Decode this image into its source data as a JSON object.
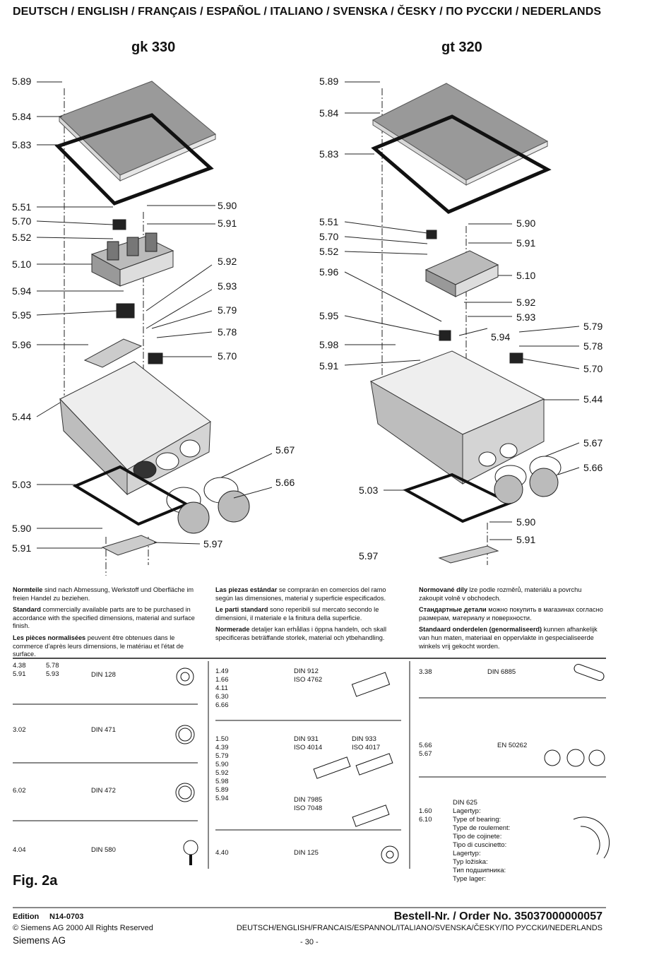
{
  "header": {
    "languages": "DEUTSCH / ENGLISH / FRANÇAIS / ESPAÑOL / ITALIANO / SVENSKA / ČESKY / ПО РУССКИ / NEDERLANDS"
  },
  "diagram_left": {
    "model": "gk 330",
    "labels_left": [
      "5.89",
      "5.84",
      "5.83",
      "5.51",
      "5.70",
      "5.52",
      "5.10",
      "5.94",
      "5.95",
      "5.96",
      "5.44",
      "5.03",
      "5.90",
      "5.91"
    ],
    "labels_right": [
      "5.90",
      "5.91",
      "5.92",
      "5.93",
      "5.79",
      "5.78",
      "5.70",
      "5.67",
      "5.66",
      "5.97"
    ]
  },
  "diagram_right": {
    "model": "gt 320",
    "labels_left": [
      "5.89",
      "5.84",
      "5.83",
      "5.51",
      "5.70",
      "5.52",
      "5.96",
      "5.95",
      "5.98",
      "5.91",
      "5.03",
      "5.97"
    ],
    "labels_right": [
      "5.90",
      "5.91",
      "5.10",
      "5.92",
      "5.93",
      "5.94",
      "5.79",
      "5.78",
      "5.70",
      "5.44",
      "5.67",
      "5.66",
      "5.90",
      "5.91"
    ]
  },
  "notes": {
    "col1": [
      {
        "bold": "Normteile",
        "text": " sind nach Abmessung, Werkstoff und Oberfläche im freien Handel zu beziehen."
      },
      {
        "bold": "Standard",
        "text": " commercially available parts are to be purchased in accordance with the specified dimensions, material and surface finish."
      },
      {
        "bold": "Les pièces normalisées",
        "text": " peuvent être obtenues dans le commerce d'après leurs dimensions, le matériau et l'état de surface."
      }
    ],
    "col2": [
      {
        "bold": "Las piezas estándar",
        "text": " se comprarán en comercios del ramo según las dimensiones, material y superficie especificados."
      },
      {
        "bold": "Le parti standard",
        "text": " sono reperibili sul mercato secondo le dimensioni, il materiale e la finitura della superficie."
      },
      {
        "bold": "Normerade",
        "text": " detaljer kan erhållas i öppna handeln, och skall specificeras beträffande storlek, material och ytbehandling."
      }
    ],
    "col3": [
      {
        "bold": "Normované díly",
        "text": " lze podle rozměrů, materiálu a povrchu zakoupit volně v obchodech."
      },
      {
        "bold": "Стандартные детали",
        "text": " можно покупить в магазинах согласно размерам, материалу и поверхности."
      },
      {
        "bold": "Standaard onderdelen (genormaliseerd)",
        "text": " kunnen afhankelijk van hun maten, materiaal en oppervlakte in gespecialiseerde winkels vrij gekocht worden."
      }
    ]
  },
  "table": {
    "c1": [
      {
        "codes_a": "4.38\n5.91",
        "codes_b": "5.78\n5.93",
        "std": "DIN 128"
      },
      {
        "codes_a": "3.02",
        "codes_b": "",
        "std": "DIN 471"
      },
      {
        "codes_a": "6.02",
        "codes_b": "",
        "std": "DIN 472"
      },
      {
        "codes_a": "4.04",
        "codes_b": "",
        "std": "DIN 580"
      }
    ],
    "c2": [
      {
        "codes": "1.49\n1.66\n4.11\n6.30\n6.66",
        "std": "DIN 912\nISO 4762",
        "std2": ""
      },
      {
        "codes": "1.50\n4.39\n5.79\n5.90\n5.92\n5.98\n5.89\n5.94",
        "std": "DIN 931\nISO 4014",
        "std2": "DIN 933\nISO 4017",
        "std3": "DIN 7985\nISO 7048"
      },
      {
        "codes": "4.40",
        "std": "DIN 125",
        "std2": ""
      }
    ],
    "c3": [
      {
        "codes": "3.38",
        "std": "DIN 6885"
      },
      {
        "codes": "5.66\n5.67",
        "std": "EN 50262"
      },
      {
        "codes": "1.60\n6.10",
        "std": "DIN 625",
        "bearing": "Lagertyp:\nType of bearing:\nType de roulement:\nTipo de cojinete:\nTipo di cuscinetto:\nLagertyp:\nTyp ložiska:\nТип подшипника:\nType lager:"
      }
    ]
  },
  "figure": "Fig. 2a",
  "footer": {
    "edition_label": "Edition",
    "edition": "N14-0703",
    "order": "Bestell-Nr. / Order No. 35037000000057",
    "copyright": "© Siemens AG 2000   All Rights Reserved",
    "languages": "DEUTSCH/ENGLISH/FRANCAIS/ESPANNOL/ITALIANO/SVENSKA/ČESKY/ПО РУССКИ/NEDERLANDS",
    "company": "Siemens AG",
    "page": "- 30 -"
  }
}
